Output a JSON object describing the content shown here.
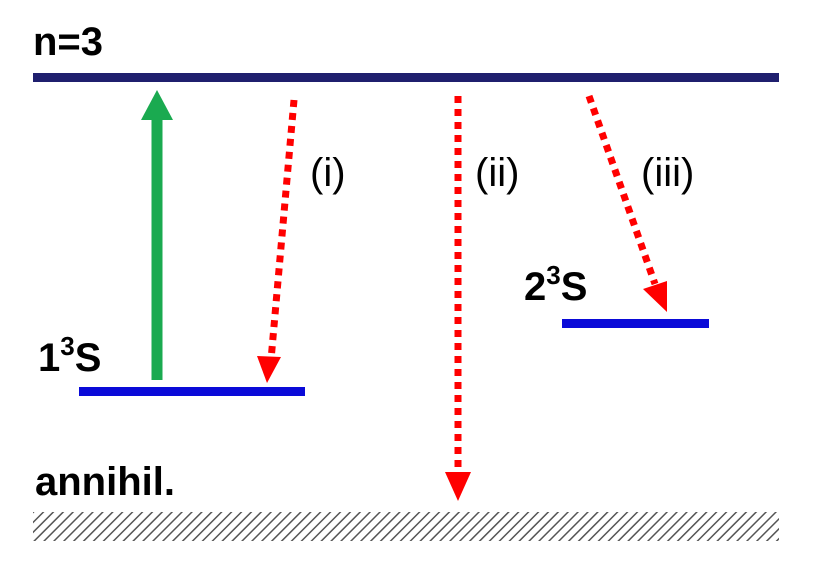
{
  "levels": {
    "n3": {
      "label": "n=3",
      "color": "#1f1f6e"
    },
    "s1": {
      "label_main": "1",
      "label_sup": "3",
      "label_sub": "S",
      "color": "#0a0ad8"
    },
    "s2": {
      "label_main": "2",
      "label_sup": "3",
      "label_sub": "S",
      "color": "#0a0ad8"
    },
    "annihilation": {
      "label": "annihil.",
      "color": "#555555"
    }
  },
  "transitions": {
    "excitation": {
      "color": "#1aaa50"
    },
    "i": {
      "label": "(i)",
      "color": "#ff0000"
    },
    "ii": {
      "label": "(ii)",
      "color": "#ff0000"
    },
    "iii": {
      "label": "(iii)",
      "color": "#ff0000"
    }
  }
}
